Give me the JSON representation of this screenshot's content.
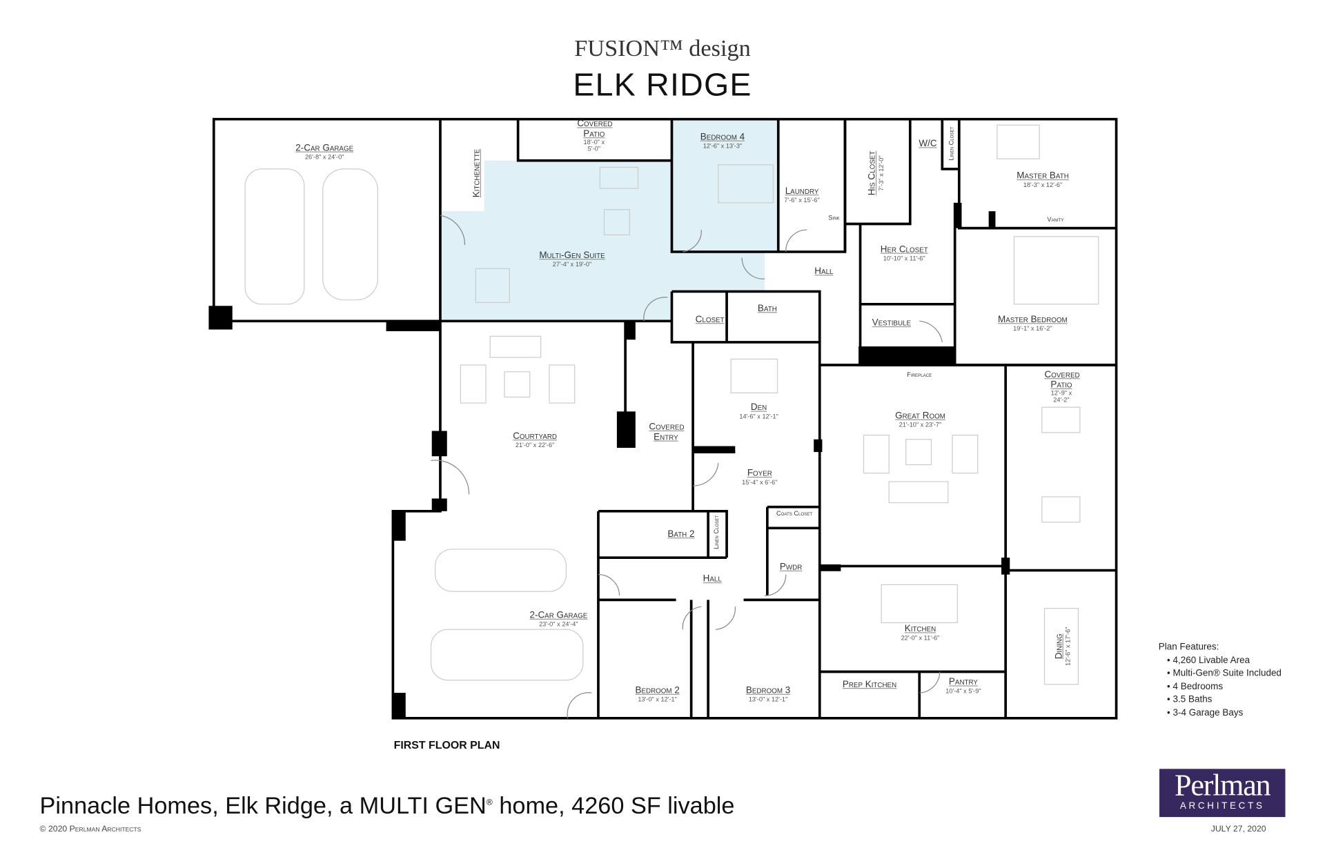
{
  "header": {
    "brand": "FUSION™ design",
    "title": "ELK RIDGE"
  },
  "rooms": [
    {
      "name": "2-Car Garage",
      "dims": "26'-8\" x 24'-0\""
    },
    {
      "name": "Covered Patio",
      "dims": "18'-0\" x 5'-0\""
    },
    {
      "name": "Kitchenette"
    },
    {
      "name": "Bedroom 4",
      "dims": "12'-6\" x 13'-3\""
    },
    {
      "name": "Laundry",
      "dims": "7'-6\" x 15'-6\""
    },
    {
      "name": "His Closet",
      "dims": "7'-3\" x 12'-0\""
    },
    {
      "name": "W/C"
    },
    {
      "name": "Linen Closet"
    },
    {
      "name": "Master Bath",
      "dims": "18'-3\" x 12'-6\""
    },
    {
      "name": "Sink"
    },
    {
      "name": "Vanity"
    },
    {
      "name": "Multi-Gen Suite",
      "dims": "27'-4\" x 19'-0\""
    },
    {
      "name": "Hall"
    },
    {
      "name": "Her Closet",
      "dims": "10'-10\" x 11'-6\""
    },
    {
      "name": "Closet"
    },
    {
      "name": "Bath"
    },
    {
      "name": "Vestibule"
    },
    {
      "name": "Master Bedroom",
      "dims": "19'-1\" x 16'-2\""
    },
    {
      "name": "Fireplace"
    },
    {
      "name": "Den",
      "dims": "14'-6\" x 12'-1\""
    },
    {
      "name": "Covered Patio",
      "dims": "12'-9\" x 24'-2\""
    },
    {
      "name": "Great Room",
      "dims": "21'-10\" x 23'-7\""
    },
    {
      "name": "Covered Entry"
    },
    {
      "name": "Courtyard",
      "dims": "21'-0\" x 22'-6\""
    },
    {
      "name": "Foyer",
      "dims": "15'-4\" x 6'-6\""
    },
    {
      "name": "Coats Closet"
    },
    {
      "name": "Bath 2"
    },
    {
      "name": "Linen Closet"
    },
    {
      "name": "Pwdr"
    },
    {
      "name": "Hall"
    },
    {
      "name": "2-Car Garage",
      "dims": "23'-0\" x 24'-4\""
    },
    {
      "name": "Kitchen",
      "dims": "22'-0\" x 11'-6\""
    },
    {
      "name": "Dining",
      "dims": "12'-6\" x 17'-6\""
    },
    {
      "name": "Bedroom 2",
      "dims": "13'-0\" x 12'-1\""
    },
    {
      "name": "Bedroom 3",
      "dims": "13'-0\" x 12'-1\""
    },
    {
      "name": "Prep Kitchen"
    },
    {
      "name": "Pantry",
      "dims": "10'-4\" x 5'-9\""
    }
  ],
  "plan_label": "FIRST FLOOR PLAN",
  "features": {
    "title": "Plan Features:",
    "items": [
      "4,260 Livable Area",
      "Multi-Gen® Suite Included",
      "4 Bedrooms",
      "3.5 Baths",
      "3-4 Garage Bays"
    ]
  },
  "footer": {
    "main_a": "Pinnacle Homes, Elk Ridge, a MULTI GEN",
    "reg": "®",
    "main_b": " home, 4260 SF livable",
    "copyright": "© 2020 Perlman Architects",
    "date": "JULY 27, 2020"
  },
  "logo": {
    "name": "Perlman",
    "sub": "ARCHITECTS"
  },
  "colors": {
    "suite_fill": "#dff0f6",
    "wall": "#000000",
    "logo_bg": "#37285f"
  }
}
